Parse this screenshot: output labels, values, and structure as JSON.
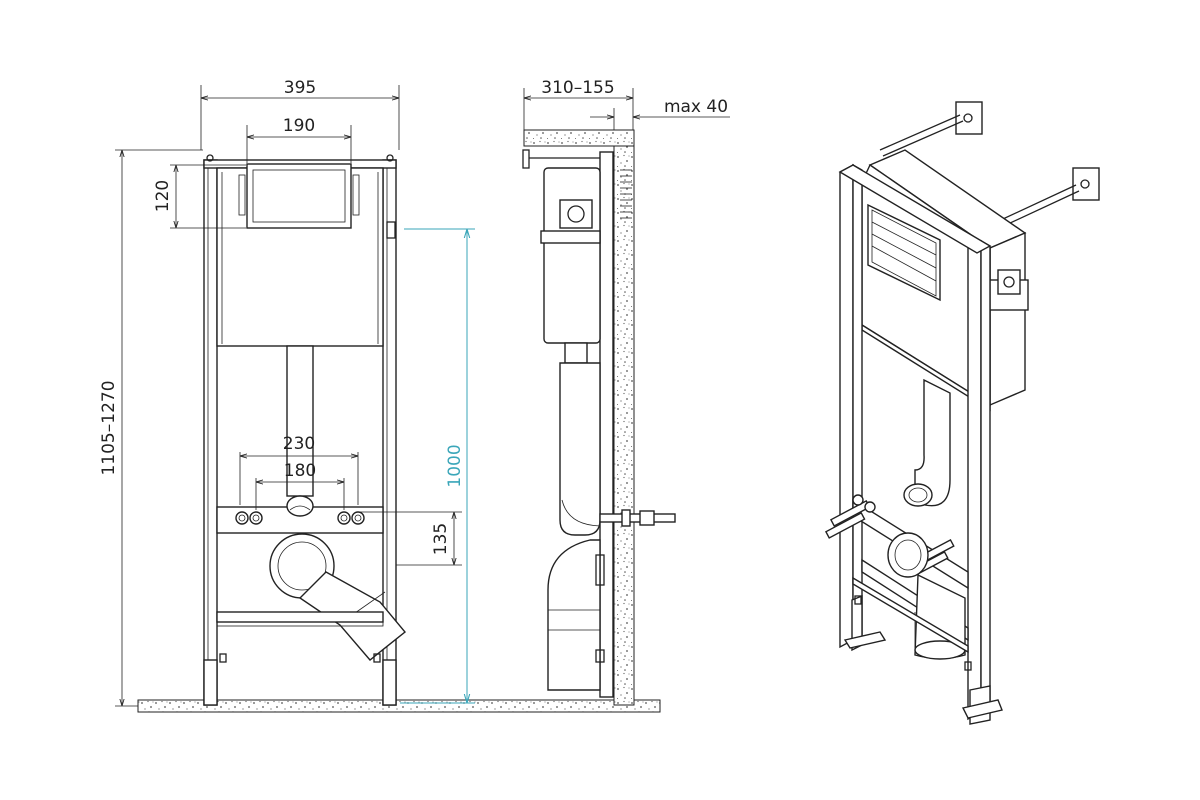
{
  "colors": {
    "line": "#222222",
    "accent": "#3aa6b9",
    "speckle": "#555555"
  },
  "dimensions": {
    "overall_width": "395",
    "plate_width": "190",
    "plate_height": "120",
    "total_height": "1105–1270",
    "pipe_spacing_outer": "230",
    "pipe_spacing_inner": "180",
    "inlet_height": "135",
    "plate_reference_height": "1000",
    "depth": "310–155",
    "wall_gap": "max 40"
  }
}
